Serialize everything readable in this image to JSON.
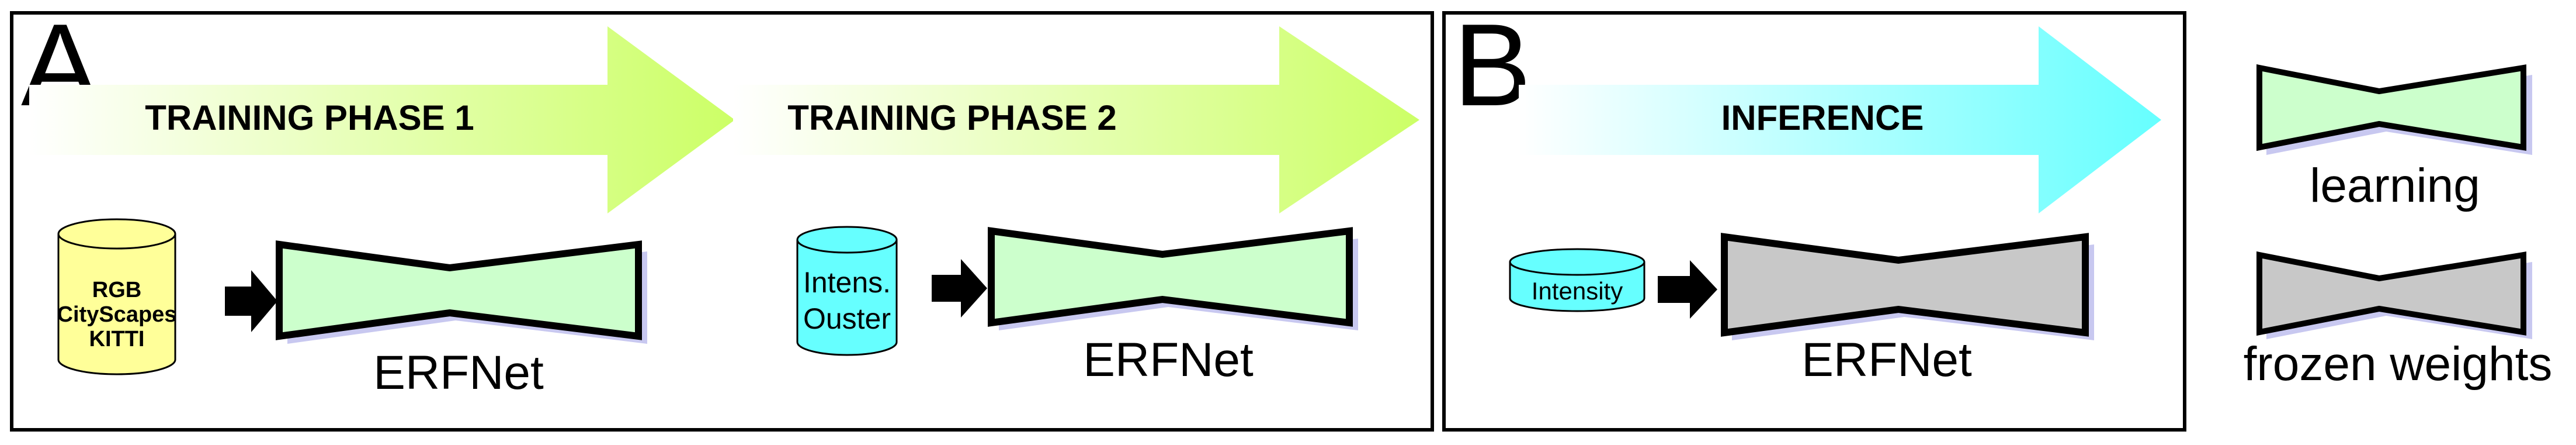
{
  "panel_a": {
    "letter": "A",
    "phase1_label": "TRAINING PHASE 1",
    "phase2_label": "TRAINING PHASE 2",
    "dataset1_lines": [
      "RGB",
      "CityScapes",
      "KITTI"
    ],
    "dataset2_lines": [
      "Intens.",
      "Ouster"
    ],
    "model1_label": "ERFNet",
    "model2_label": "ERFNet"
  },
  "panel_b": {
    "letter": "B",
    "inference_label": "INFERENCE",
    "dataset_label": "Intensity",
    "model_label": "ERFNet"
  },
  "legend": {
    "learning_label": "learning",
    "frozen_label": "frozen weights"
  },
  "colors": {
    "learning_fill": "#ccffcc",
    "frozen_fill": "#c8c8c8",
    "shadow": "#c8c8f0",
    "cylinder_yellow": "#ffff99",
    "cylinder_cyan": "#66ffff",
    "arrow_green": "#ccff66",
    "arrow_cyan": "#66ffff"
  }
}
